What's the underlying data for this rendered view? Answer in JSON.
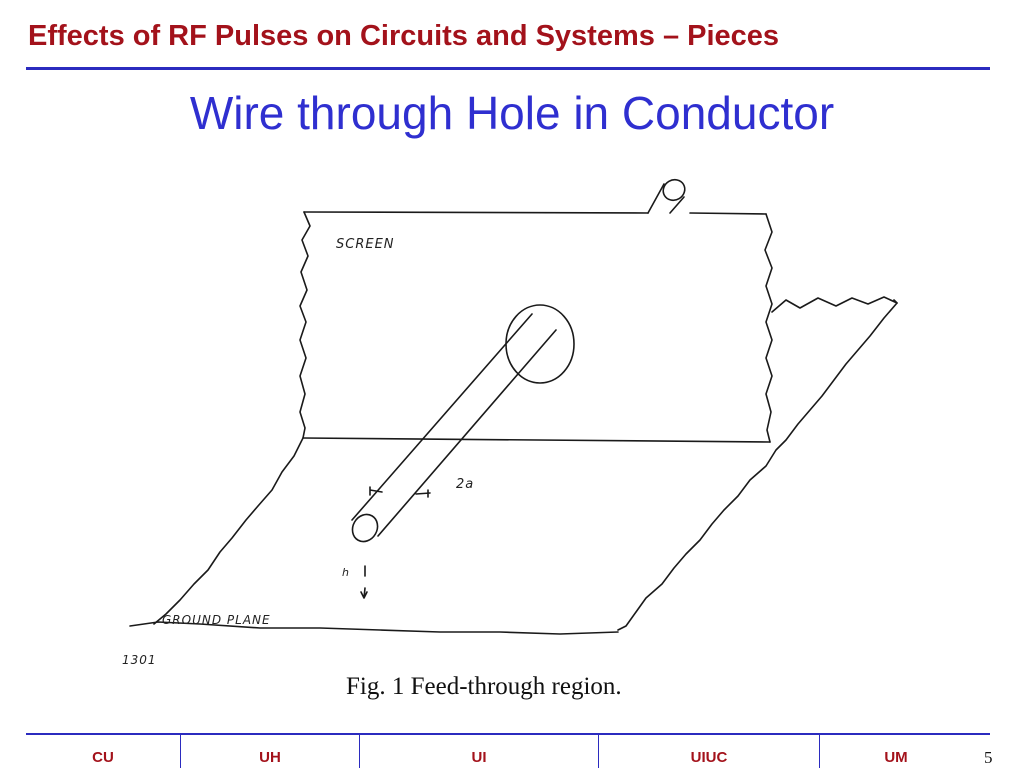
{
  "header": {
    "title": "Effects of RF Pulses on Circuits and Systems – Pieces"
  },
  "slide": {
    "title": "Wire through Hole in Conductor",
    "page_number": "5"
  },
  "figure": {
    "label_screen": "SCREEN",
    "label_ground_plane": "GROUND PLANE",
    "label_diameter": "2a",
    "label_height": "h",
    "label_id": "1301",
    "caption": "Fig. 1 Feed-through region."
  },
  "footer": {
    "items": [
      "CU",
      "UH",
      "UI",
      "UIUC",
      "UM"
    ]
  }
}
